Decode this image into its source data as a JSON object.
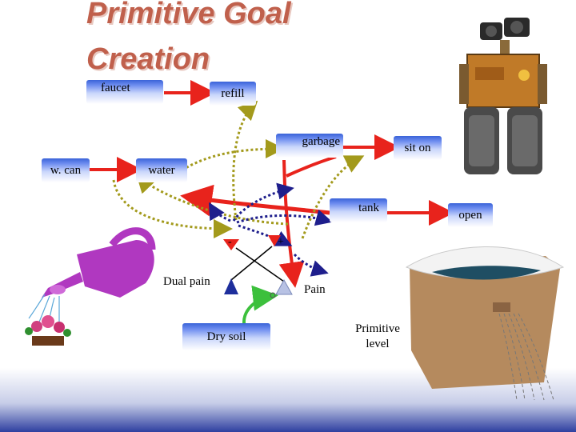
{
  "title": {
    "line1": "Primitive Goal",
    "line2": "Creation"
  },
  "nodes": {
    "faucet": "faucet",
    "refill": "refill",
    "garbage": "garbage",
    "sit_on": "sit on",
    "w_can": "w. can",
    "water": "water",
    "tank": "tank",
    "open": "open",
    "dry_soil": "Dry soil"
  },
  "labels": {
    "minus": "-",
    "plus": "+",
    "dual_pain": "Dual pain",
    "pain": "Pain",
    "primitive_level": "Primitive level"
  },
  "colors": {
    "title": "#c0604c",
    "red_arrow": "#e8231c",
    "olive_arrow": "#a39a1c",
    "navy_arrow": "#1e1e8c",
    "green_arrow": "#3cc03c",
    "node_gradient_top": "#3a63d8"
  },
  "images": {
    "robot": "wall-e-robot",
    "watering_can": "watering-can-illustration",
    "tub": "water-tank-tub"
  }
}
